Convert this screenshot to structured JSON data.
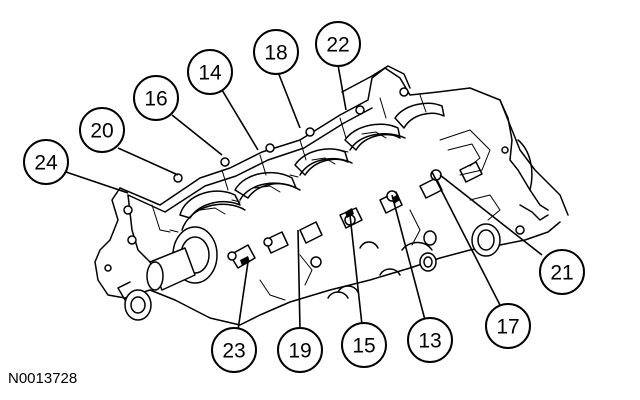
{
  "figure_id": "N0013728",
  "callouts": [
    {
      "label": "24"
    },
    {
      "label": "20"
    },
    {
      "label": "16"
    },
    {
      "label": "14"
    },
    {
      "label": "18"
    },
    {
      "label": "22"
    },
    {
      "label": "21"
    },
    {
      "label": "17"
    },
    {
      "label": "13"
    },
    {
      "label": "15"
    },
    {
      "label": "19"
    },
    {
      "label": "23"
    }
  ]
}
